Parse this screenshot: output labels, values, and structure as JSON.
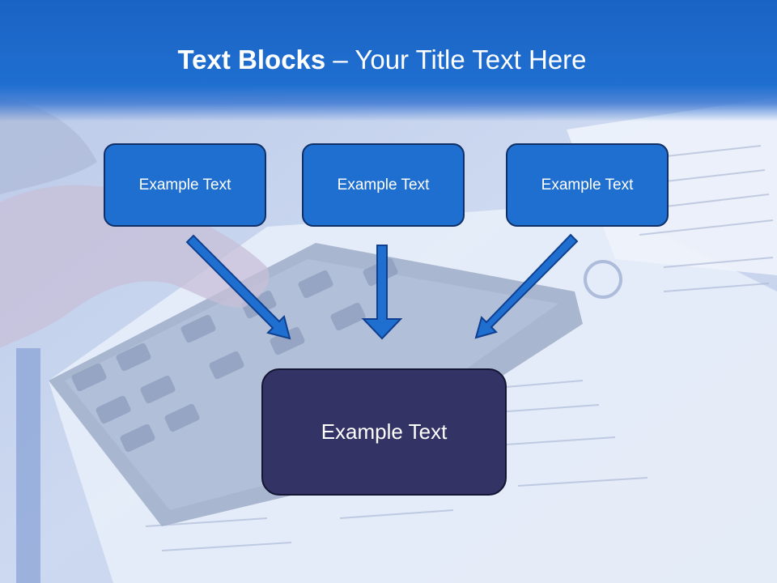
{
  "slide": {
    "title_bold": "Text Blocks",
    "title_rest": " – Your Title Text Here",
    "blocks": [
      {
        "label": "Example Text"
      },
      {
        "label": "Example Text"
      },
      {
        "label": "Example Text"
      }
    ],
    "main_block": {
      "label": "Example Text"
    }
  },
  "colors": {
    "header": "#1f6fd0",
    "block_fill": "#1f6fd0",
    "block_border": "#0f2f66",
    "main_block_fill": "#333366",
    "arrow_fill": "#1f6fd0",
    "arrow_stroke": "#0f3f8f"
  }
}
